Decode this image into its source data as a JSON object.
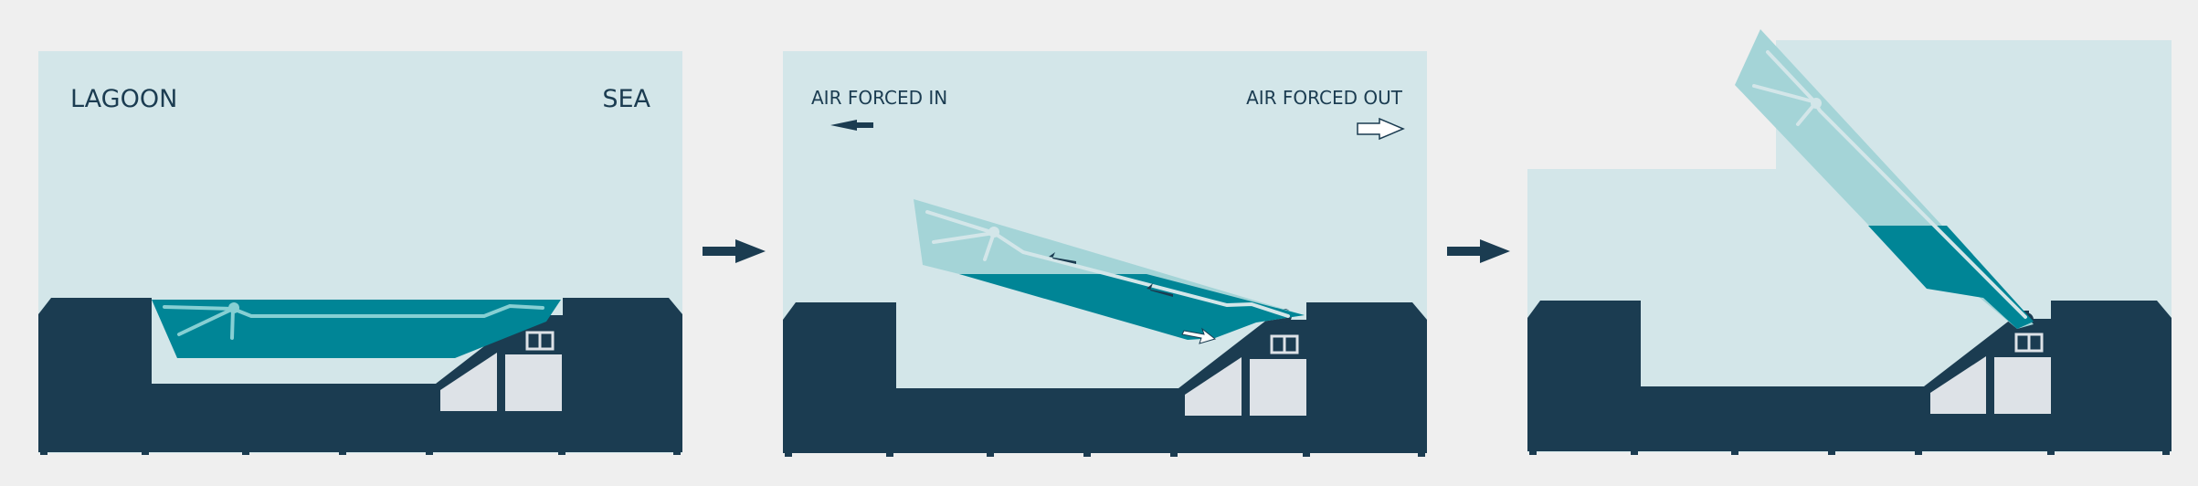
{
  "labels": {
    "lagoon": "LAGOON",
    "sea": "SEA",
    "air_in": "AIR FORCED IN",
    "air_out": "AIR FORCED OUT"
  },
  "colors": {
    "background": "#efefef",
    "water": "#d3e6e9",
    "structure": "#1b3c51",
    "gate_fill": "#008596",
    "gate_glass": "#a4d4d7",
    "gate_lines": "#86cfd3",
    "chamber": "#dde2e7",
    "arrow_dark": "#1b3c51",
    "arrow_light": "#ffffff"
  }
}
